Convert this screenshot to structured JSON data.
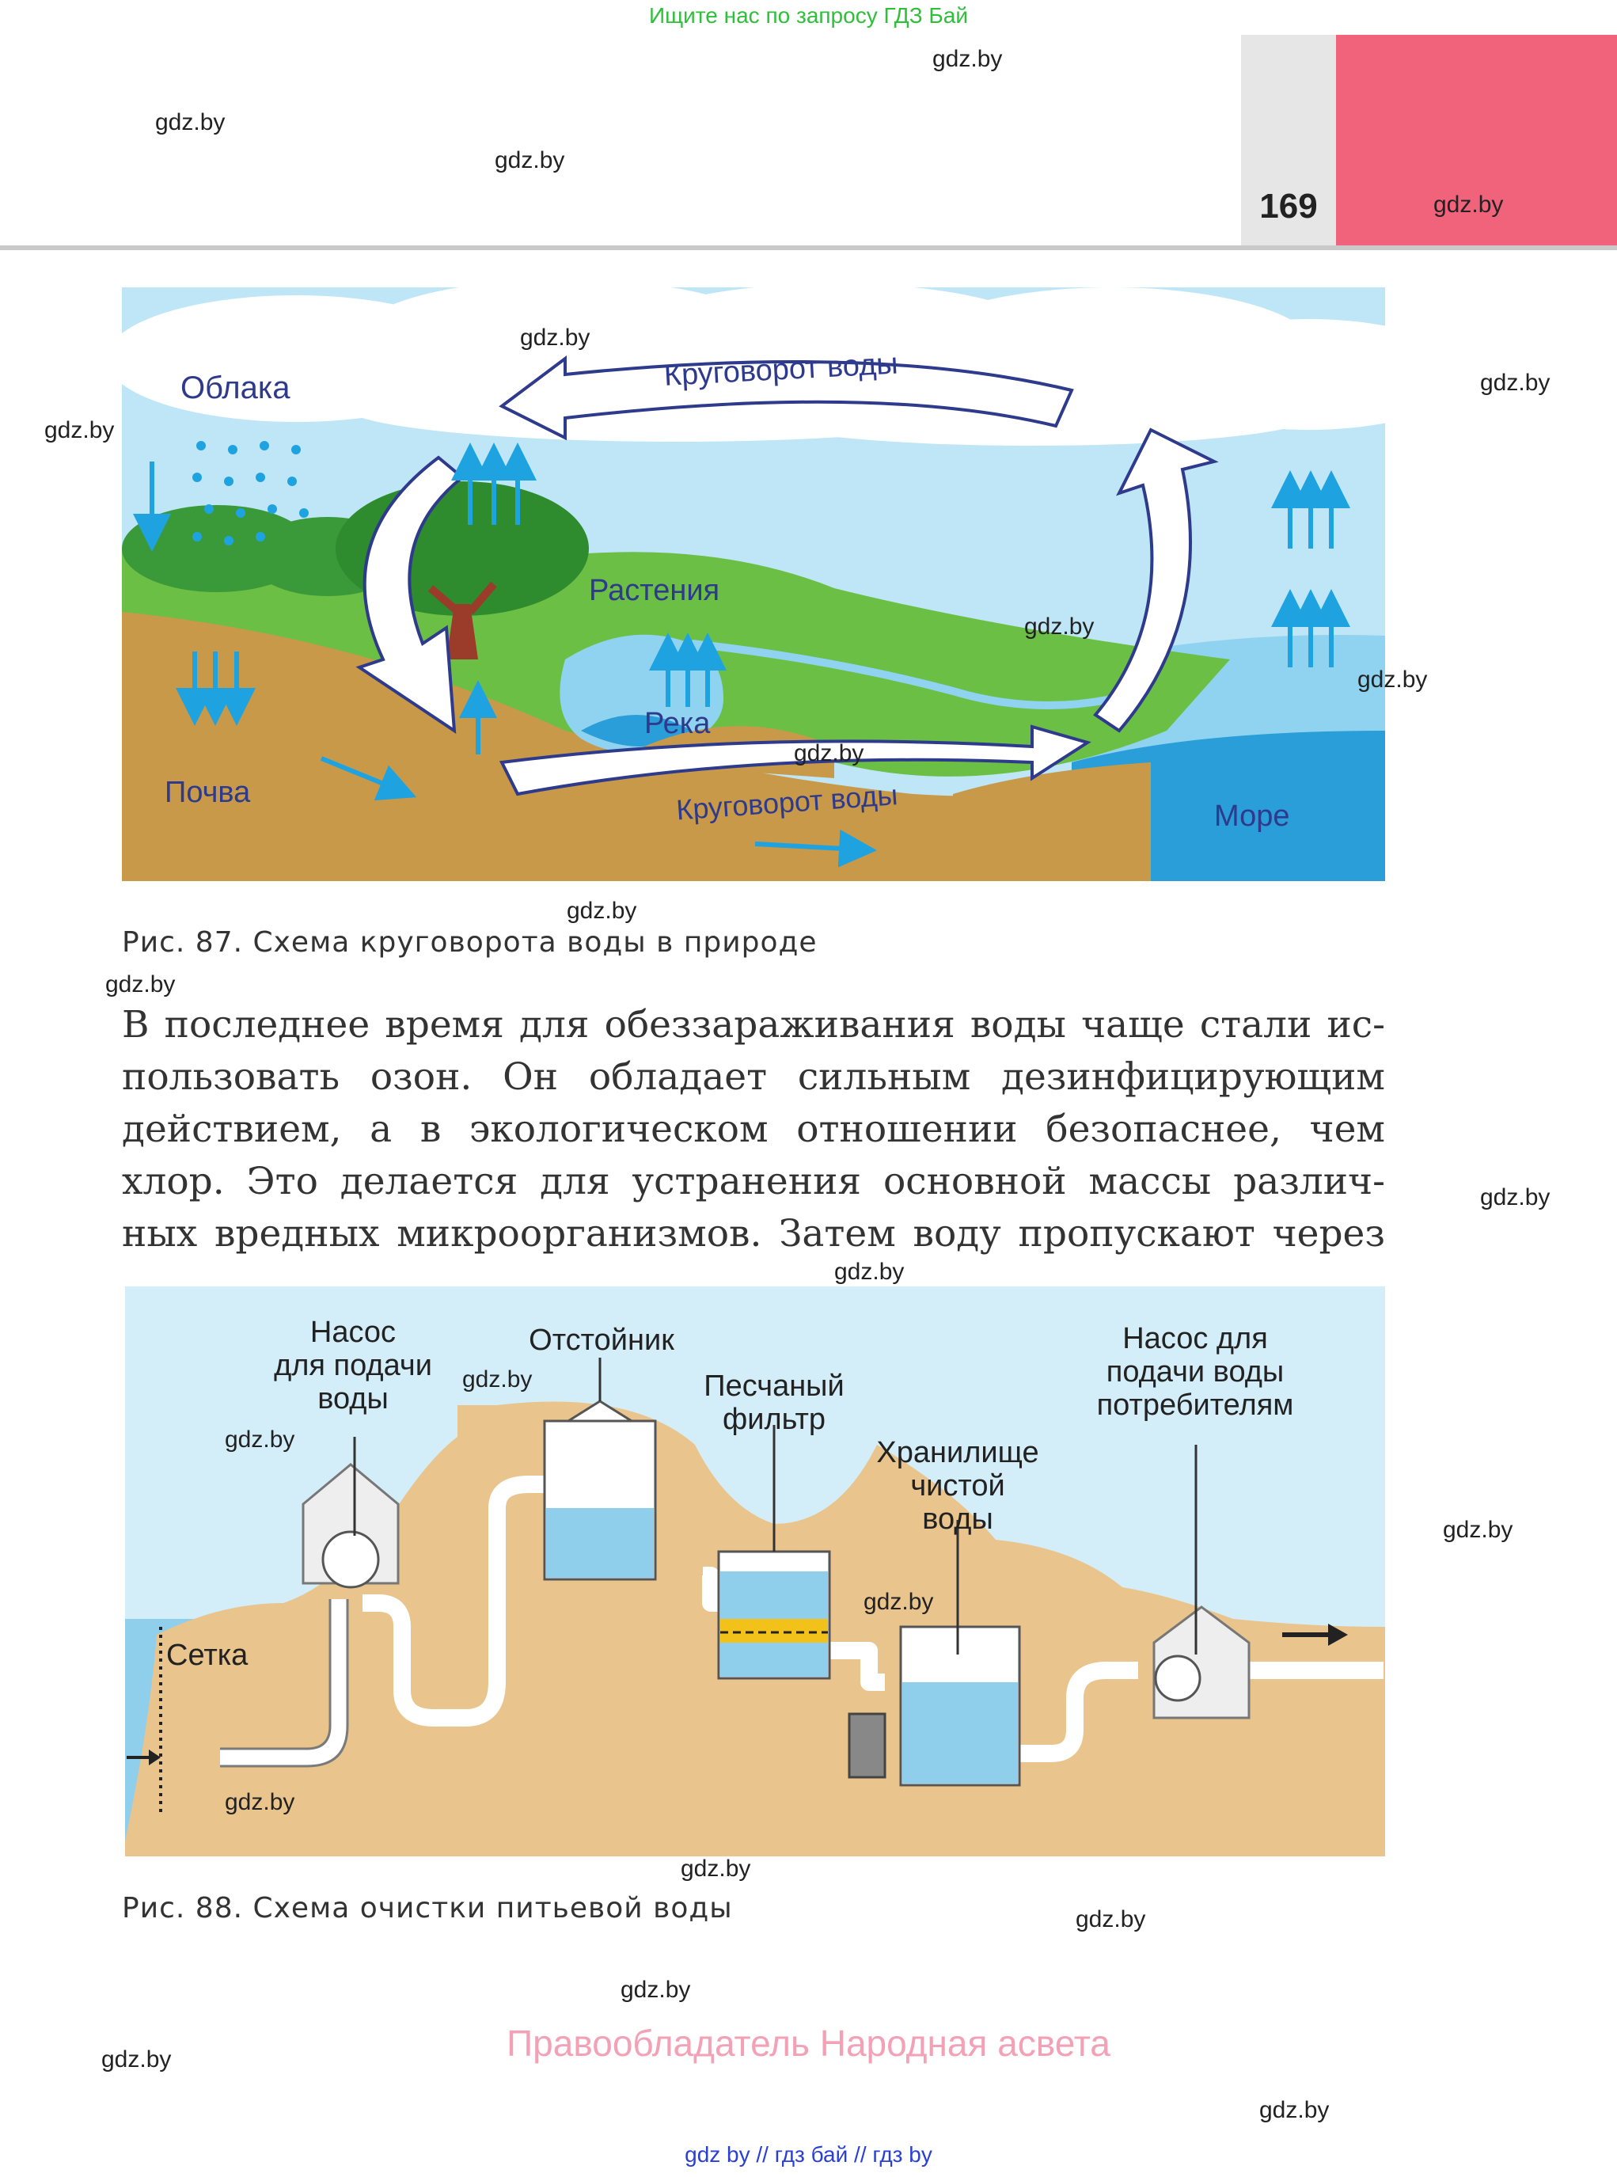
{
  "header": {
    "top_notice": "Ищите нас по запросу ГДЗ Бай",
    "page_number": "169"
  },
  "watermark": "gdz.by",
  "figure87": {
    "labels": {
      "clouds": "Облака",
      "cycle_top": "Круговорот воды",
      "plants": "Растения",
      "river": "Река",
      "soil": "Почва",
      "cycle_bottom": "Круговорот воды",
      "sea": "Море"
    },
    "caption": "Рис. 87. Схема круговорота воды в природе"
  },
  "body_text": {
    "lines": [
      "В последнее время для обеззараживания воды чаще стали ис-",
      "пользовать озон. Он обладает сильным дезинфицирующим",
      "действием, а в экологическом отношении безопаснее, чем",
      "хлор. Это делается для устранения основной массы различ-",
      "ных вредных микроорганизмов. Затем воду пропускают через"
    ]
  },
  "figure88": {
    "labels": {
      "pump_intake": [
        "Насос",
        "для подачи",
        "воды"
      ],
      "settler": "Отстойник",
      "sand_filter": [
        "Песчаный",
        "фильтр"
      ],
      "clean_storage": [
        "Хранилище",
        "чистой",
        "воды"
      ],
      "pump_consumer": [
        "Насос для",
        "подачи воды",
        "потребителям"
      ],
      "grid": "Сетка"
    },
    "caption": "Рис. 88. Схема очистки питьевой воды"
  },
  "footer": {
    "rights": "Правообладатель Народная асвета",
    "links": "gdz by  //  гдз бай  //  гдз by"
  },
  "colors": {
    "notice_green": "#2fbf3a",
    "pink_tab": "#f0637a",
    "footer_pink": "#f2a1b6",
    "link_blue": "#2a3fd6",
    "arrow_blue": "#1ea3e0"
  }
}
